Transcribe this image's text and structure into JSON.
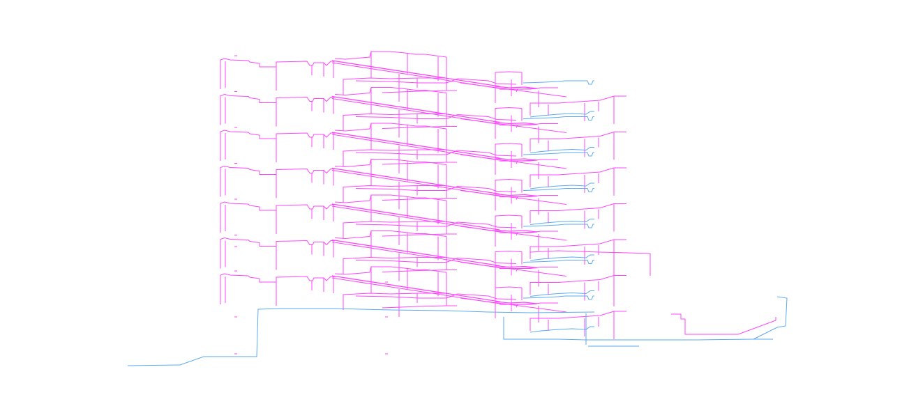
{
  "drawing": {
    "type": "cad-section-drawing",
    "background_color": "#ffffff",
    "layers": [
      {
        "name": "structure",
        "color": "#ff44ff"
      },
      {
        "name": "terrain",
        "color": "#5aaaf2"
      }
    ],
    "floor_levels": 7,
    "text_labels": []
  }
}
